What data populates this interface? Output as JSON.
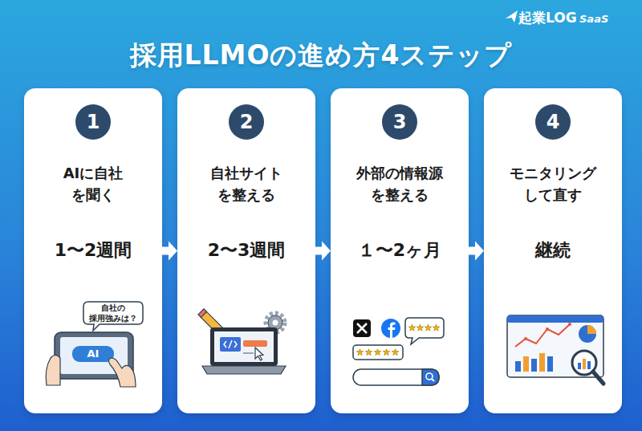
{
  "diagram": {
    "title": "採用LLMOの進め方4ステップ",
    "nodes": [
      {
        "text": [
          "AIに自社 を聞く",
          "1〜2週間"
        ]
      },
      {
        "text": [
          "1"
        ],
        "in": 0
      },
      {
        "text": [
          "自社サイト を整える",
          "2〜3週間"
        ]
      },
      {
        "text": [
          "2"
        ],
        "in": 2
      },
      {
        "text": [
          "外部の情報源 を整える",
          "１〜2ヶ月"
        ]
      },
      {
        "text": [
          "3"
        ],
        "in": 4
      },
      {
        "text": [
          "モニタリング して直す",
          "継続"
        ]
      },
      {
        "text": [
          "4"
        ],
        "in": 6
      }
    ],
    "edges": [
      {
        "from": 0,
        "to": 2,
        "arrow": "to"
      },
      {
        "from": 2,
        "to": 4,
        "arrow": "to"
      },
      {
        "from": 4,
        "to": 6,
        "arrow": "to"
      }
    ],
    "labels": [
      "起業LOG",
      "SaaS",
      "自社の 採用強みは？",
      "AI"
    ]
  }
}
